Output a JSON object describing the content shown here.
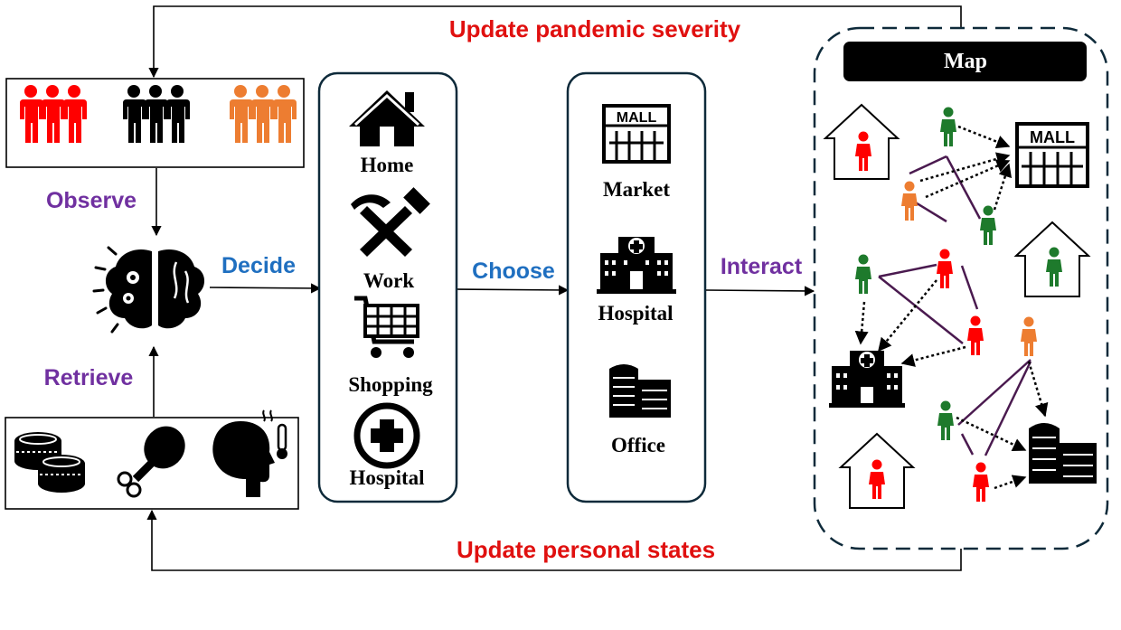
{
  "top_feedback": {
    "label": "Update pandemic severity",
    "color": "#e0100f"
  },
  "bottom_feedback": {
    "label": "Update personal states",
    "color": "#e0100f"
  },
  "steps": {
    "observe": {
      "label": "Observe",
      "color": "#7030a0"
    },
    "retrieve": {
      "label": "Retrieve",
      "color": "#7030a0"
    },
    "decide": {
      "label": "Decide",
      "color": "#1f6fc0"
    },
    "choose": {
      "label": "Choose",
      "color": "#1f6fc0"
    },
    "interact": {
      "label": "Interact",
      "color": "#7030a0"
    }
  },
  "observed_groups": [
    {
      "icon": "people-group-icon",
      "color": "#ff0000"
    },
    {
      "icon": "people-group-icon",
      "color": "#000000"
    },
    {
      "icon": "people-group-icon",
      "color": "#ed7d31"
    }
  ],
  "personal_states": [
    {
      "icon": "coins-icon"
    },
    {
      "icon": "chicken-leg-icon"
    },
    {
      "icon": "fever-head-icon"
    }
  ],
  "activities": [
    {
      "label": "Home",
      "icon": "house-icon"
    },
    {
      "label": "Work",
      "icon": "hammer-pick-icon"
    },
    {
      "label": "Shopping",
      "icon": "cart-icon"
    },
    {
      "label": "Hospital",
      "icon": "medical-cross-icon"
    }
  ],
  "places": [
    {
      "label": "Market",
      "icon": "mall-icon"
    },
    {
      "label": "Hospital",
      "icon": "hospital-building-icon"
    },
    {
      "label": "Office",
      "icon": "office-building-icon"
    }
  ],
  "map": {
    "title": "Map",
    "mall_sign": "MALL",
    "colors": {
      "healthy": "#1e7a2c",
      "infected": "#ff0000",
      "exposed": "#ed7d31",
      "link": "#4a1a4f"
    }
  }
}
